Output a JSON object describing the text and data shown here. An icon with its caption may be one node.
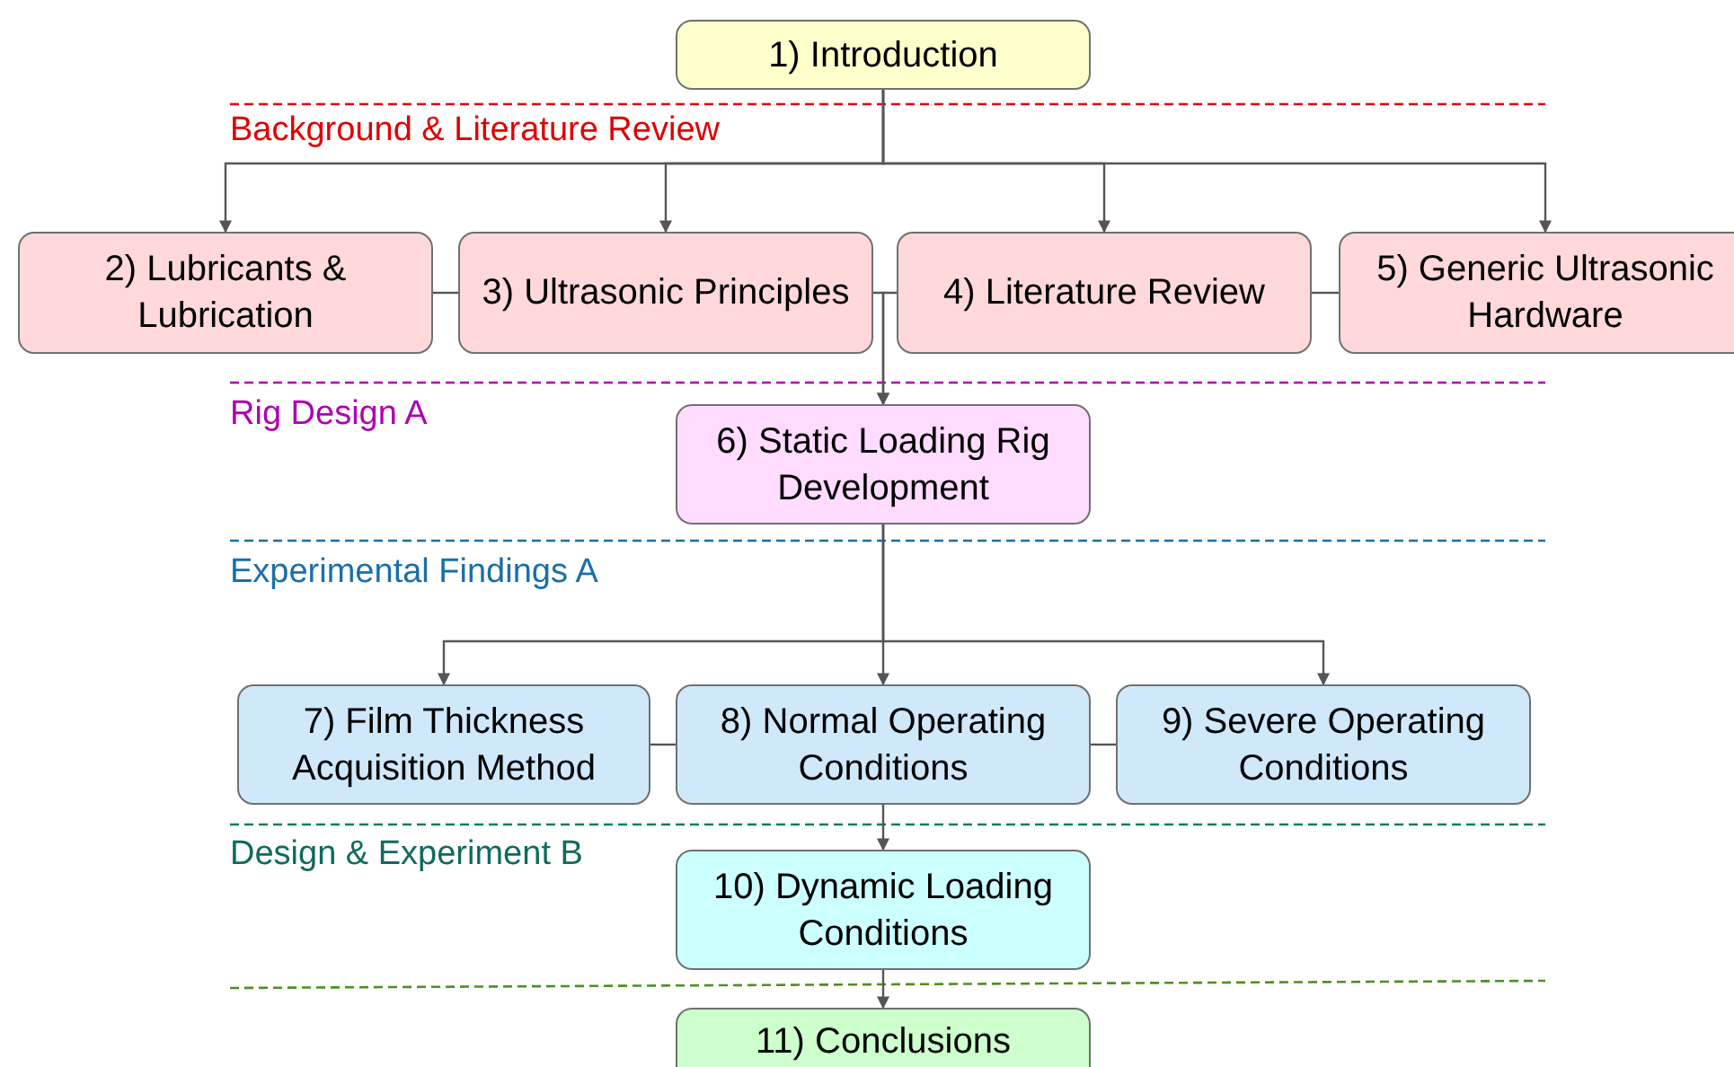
{
  "diagram": {
    "nodes": [
      {
        "text": [
          "1) Introduction"
        ]
      },
      {
        "text": [
          "2) Lubricants & Lubrication"
        ]
      },
      {
        "text": [
          "3) Ultrasonic Principles"
        ]
      },
      {
        "text": [
          "4) Literature Review"
        ]
      },
      {
        "text": [
          "5) Generic Ultrasonic Hardware"
        ]
      },
      {
        "text": [
          "6) Static Loading Rig Development"
        ]
      },
      {
        "text": [
          "7) Film Thickness Acquisition Method"
        ]
      },
      {
        "text": [
          "8) Normal Operating Conditions"
        ]
      },
      {
        "text": [
          "9) Severe Operating Conditions"
        ]
      },
      {
        "text": [
          "10) Dynamic Loading Conditions"
        ]
      },
      {
        "text": [
          "11) Conclusions"
        ]
      }
    ],
    "edges": [
      {
        "from": 0,
        "to": 1,
        "arrow": "to"
      },
      {
        "from": 0,
        "to": 2,
        "arrow": "to"
      },
      {
        "from": 0,
        "to": 3,
        "arrow": "to"
      },
      {
        "from": 0,
        "to": 4,
        "arrow": "to"
      },
      {
        "from": 1,
        "to": 2,
        "arrow": "none"
      },
      {
        "from": 3,
        "to": 4,
        "arrow": "none"
      },
      {
        "from": 2,
        "to": 5,
        "arrow": "to"
      },
      {
        "from": 3,
        "to": 5,
        "arrow": "to"
      },
      {
        "from": 5,
        "to": 6,
        "arrow": "to"
      },
      {
        "from": 5,
        "to": 7,
        "arrow": "to"
      },
      {
        "from": 5,
        "to": 8,
        "arrow": "to"
      },
      {
        "from": 6,
        "to": 7,
        "arrow": "none"
      },
      {
        "from": 7,
        "to": 8,
        "arrow": "none"
      },
      {
        "from": 7,
        "to": 9,
        "arrow": "to"
      },
      {
        "from": 9,
        "to": 10,
        "arrow": "to"
      }
    ],
    "labels": [
      "Background & Literature Review",
      "Rig Design A",
      "Experimental Findings A",
      "Design & Experiment B"
    ]
  }
}
